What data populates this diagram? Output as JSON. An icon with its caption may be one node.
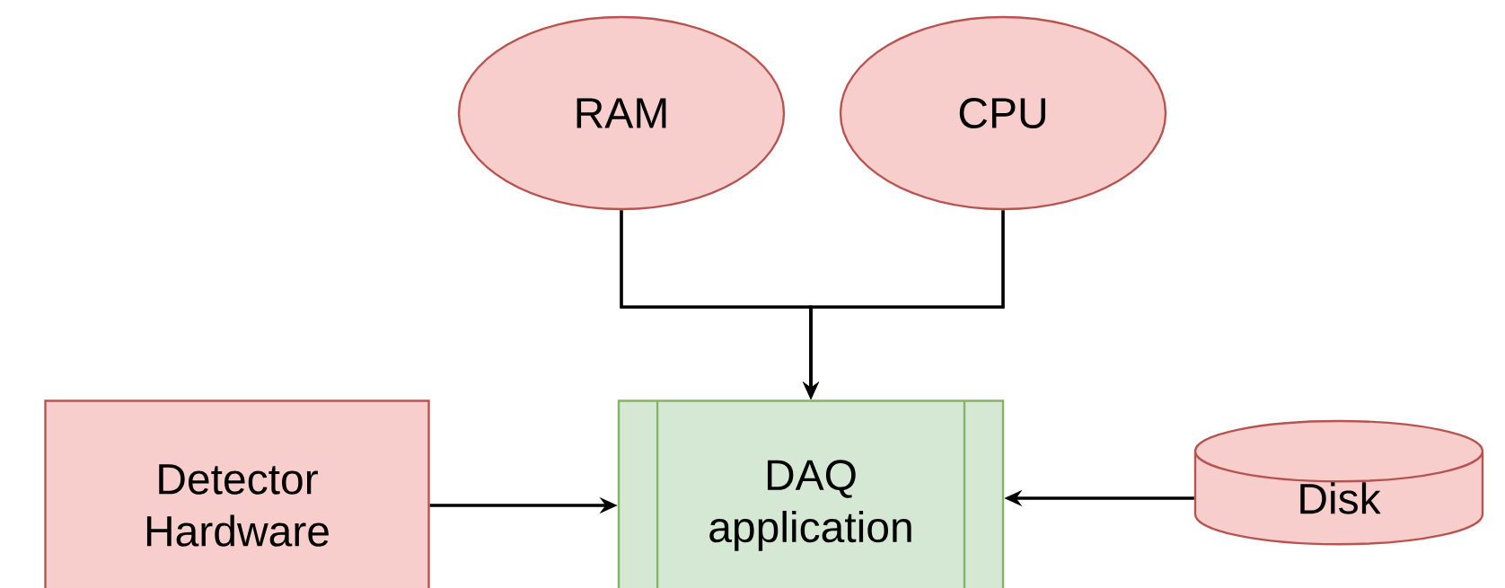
{
  "diagram": {
    "nodes": [
      {
        "text": [
          "RAM"
        ]
      },
      {
        "text": [
          "CPU"
        ]
      },
      {
        "text": [
          "Detector Hardware"
        ]
      },
      {
        "text": [
          "DAQ application"
        ]
      },
      {
        "text": [
          "Disk"
        ]
      }
    ],
    "edges": [
      {
        "from": 0,
        "to": 3,
        "arrow": "to"
      },
      {
        "from": 1,
        "to": 3,
        "arrow": "to"
      },
      {
        "from": 2,
        "to": 3,
        "arrow": "to"
      },
      {
        "from": 4,
        "to": 3,
        "arrow": "to"
      }
    ]
  }
}
